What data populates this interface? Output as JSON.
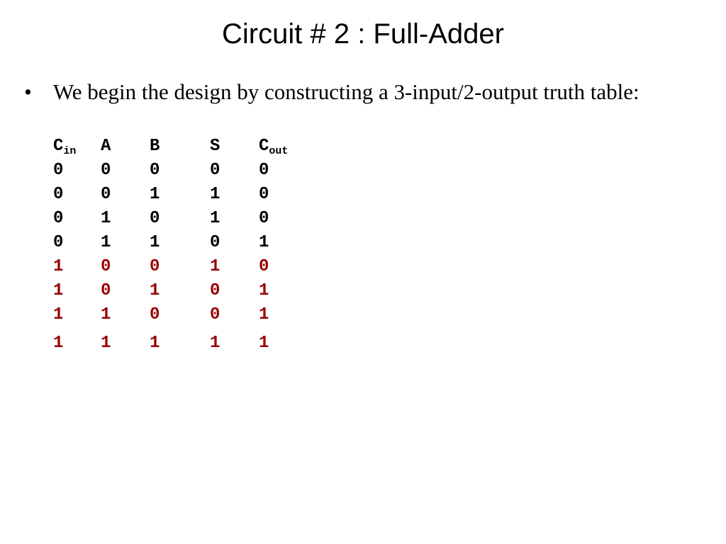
{
  "slide": {
    "title": "Circuit # 2 : Full-Adder",
    "bullet_marker": "•",
    "bullet_text": "We begin the design by constructing a 3-input/2-output truth table:"
  },
  "truth_table": {
    "headers": [
      {
        "main": "C",
        "sub": "in"
      },
      {
        "main": "A",
        "sub": ""
      },
      {
        "main": "B",
        "sub": ""
      },
      {
        "main": "S",
        "sub": ""
      },
      {
        "main": "C",
        "sub": "out"
      }
    ],
    "highlight_color": "#990000",
    "rows": [
      {
        "values": [
          "0",
          "0",
          "0",
          "0",
          "0"
        ],
        "highlighted": false
      },
      {
        "values": [
          "0",
          "0",
          "1",
          "1",
          "0"
        ],
        "highlighted": false
      },
      {
        "values": [
          "0",
          "1",
          "0",
          "1",
          "0"
        ],
        "highlighted": false
      },
      {
        "values": [
          "0",
          "1",
          "1",
          "0",
          "1"
        ],
        "highlighted": false
      },
      {
        "values": [
          "1",
          "0",
          "0",
          "1",
          "0"
        ],
        "highlighted": true
      },
      {
        "values": [
          "1",
          "0",
          "1",
          "0",
          "1"
        ],
        "highlighted": true
      },
      {
        "values": [
          "1",
          "1",
          "0",
          "0",
          "1"
        ],
        "highlighted": true
      },
      {
        "values": [
          "1",
          "1",
          "1",
          "1",
          "1"
        ],
        "highlighted": true
      }
    ]
  }
}
